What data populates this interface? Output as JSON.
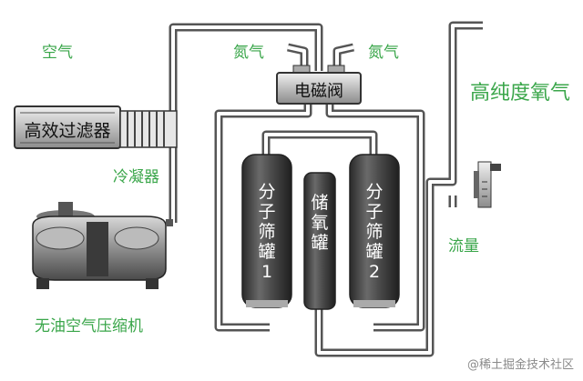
{
  "labels": {
    "air": "空气",
    "nitrogen_left": "氮气",
    "nitrogen_right": "氮气",
    "high_purity_oxygen": "高纯度氧气",
    "filter": "高效过滤器",
    "condenser": "冷凝器",
    "compressor": "无油空气压缩机",
    "solenoid_valve": "电磁阀",
    "sieve_1": "分子筛罐1",
    "sieve_2": "分子筛罐2",
    "storage": "储氧罐",
    "flow": "流量",
    "watermark": "@稀土掘金技术社区"
  },
  "colors": {
    "label_green": "#3aa64a",
    "pipe_outline": "#555555",
    "tank_dark": "#3d3d3d"
  }
}
